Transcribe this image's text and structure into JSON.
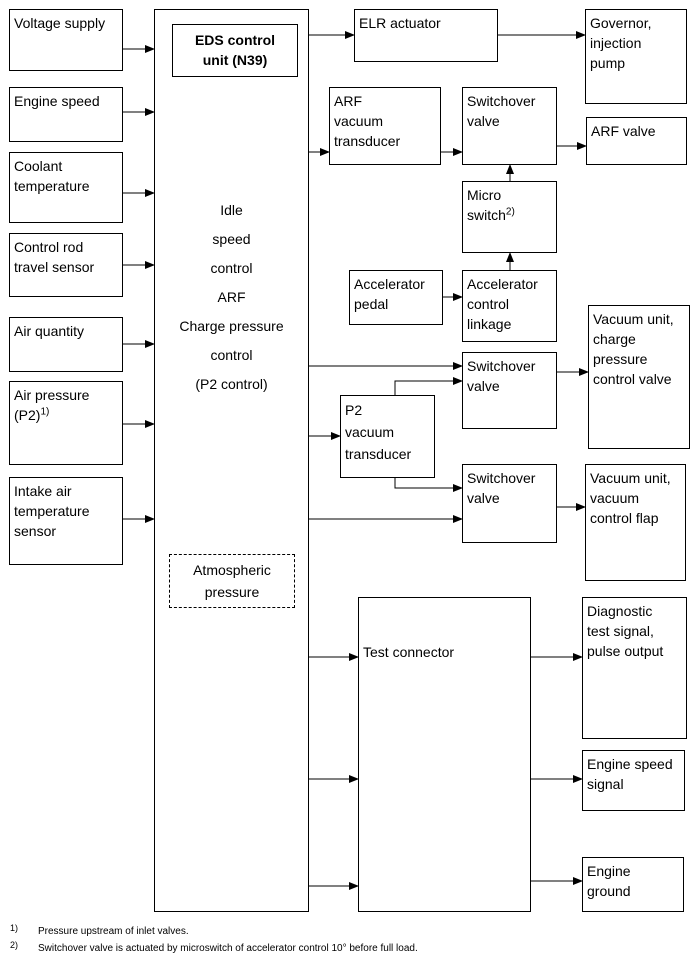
{
  "inputs": {
    "voltage_supply": "Voltage supply",
    "engine_speed": "Engine speed",
    "coolant_temperature": "Coolant\ntemperature",
    "control_rod": "Control rod\ntravel sensor",
    "air_quantity": "Air quantity",
    "air_pressure": "Air pressure\n(P2)",
    "air_pressure_note": "1)",
    "intake_air": "Intake air\ntemperature\nsensor"
  },
  "control_unit": {
    "title": "EDS control\nunit (N39)",
    "functions": [
      "Idle",
      "speed",
      "control",
      "ARF",
      "Charge pressure",
      "control",
      "(P2 control)"
    ],
    "atmospheric": "Atmospheric\npressure"
  },
  "blocks": {
    "elr_actuator": "ELR actuator",
    "governor": "Governor,\ninjection\npump",
    "arf_transducer": "ARF\nvacuum\ntransducer",
    "switchover_arf": "Switchover\nvalve",
    "arf_valve": "ARF valve",
    "micro_switch": "Micro\nswitch",
    "micro_switch_note": "2)",
    "accelerator_pedal": "Accelerator\npedal",
    "accelerator_linkage": "Accelerator\ncontrol\nlinkage",
    "vacuum_charge": "Vacuum unit,\ncharge\npressure\ncontrol valve",
    "switchover_charge": "Switchover\nvalve",
    "p2_transducer": "P2\nvacuum\ntransducer",
    "switchover_flap": "Switchover\nvalve",
    "vacuum_flap": "Vacuum unit,\nvacuum\ncontrol flap",
    "test_connector": "Test connector",
    "diagnostic": "Diagnostic\ntest signal,\npulse output",
    "engine_speed_signal": "Engine speed\nsignal",
    "engine_ground": "Engine\nground"
  },
  "footnotes": [
    {
      "mark": "1)",
      "text": "Pressure upstream of inlet valves."
    },
    {
      "mark": "2)",
      "text": "Switchover valve is actuated by microswitch of accelerator control 10° before full load."
    }
  ]
}
